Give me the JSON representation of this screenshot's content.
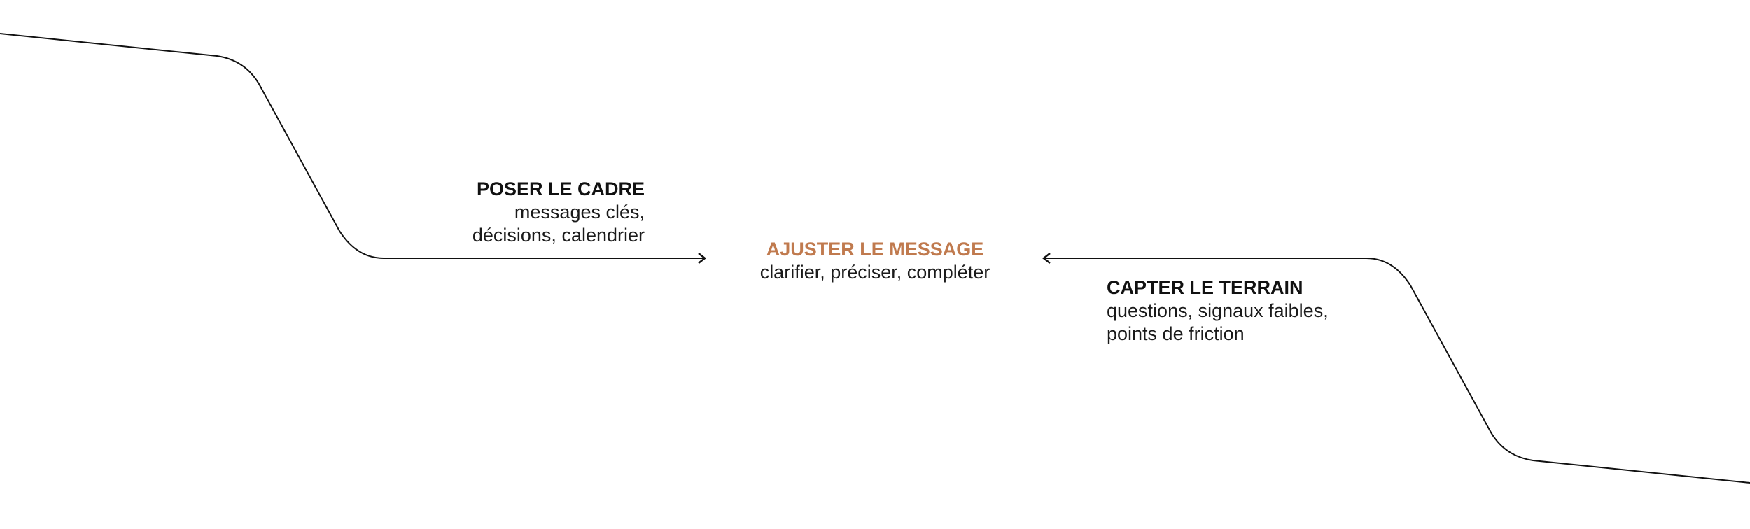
{
  "left_node": {
    "title": "POSER LE CADRE",
    "line1": "messages clés,",
    "line2": "décisions, calendrier"
  },
  "center_node": {
    "title": "AJUSTER LE MESSAGE",
    "line1": "clarifier, préciser, compléter"
  },
  "right_node": {
    "title": "CAPTER LE TERRAIN",
    "line1": "questions, signaux faibles,",
    "line2": "points de friction"
  },
  "colors": {
    "accent": "#c07a4e",
    "line": "#111111",
    "text": "#111111"
  }
}
